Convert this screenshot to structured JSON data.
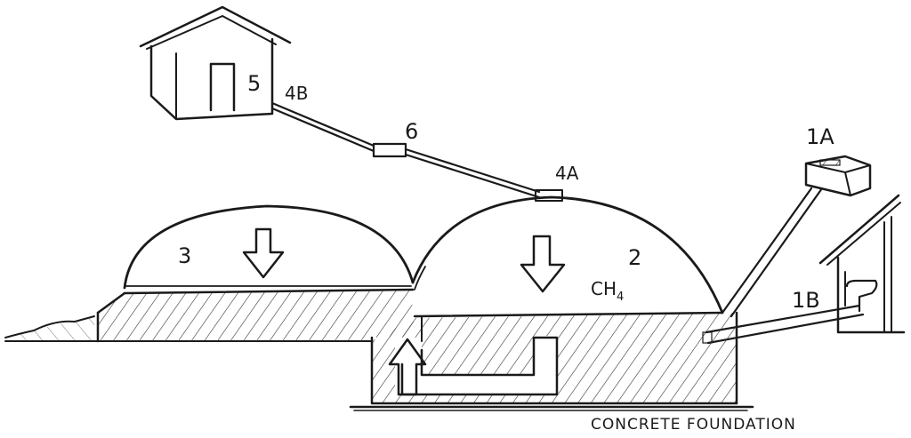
{
  "labels": {
    "house": "5",
    "gas_outlet_house": "4B",
    "gas_valve": "6",
    "gas_outlet_dome": "4A",
    "inlet_tank": "1A",
    "inlet_pipe": "1B",
    "digester": "2",
    "expansion_chamber": "3",
    "methane": "CH",
    "methane_subscript": "4",
    "foundation": "CONCRETE FOUNDATION"
  },
  "colors": {
    "ink": "#1a1a1a",
    "paper": "#ffffff"
  },
  "icons": {
    "flow_down": "arrow-down-icon",
    "flow_up": "arrow-up-icon"
  }
}
